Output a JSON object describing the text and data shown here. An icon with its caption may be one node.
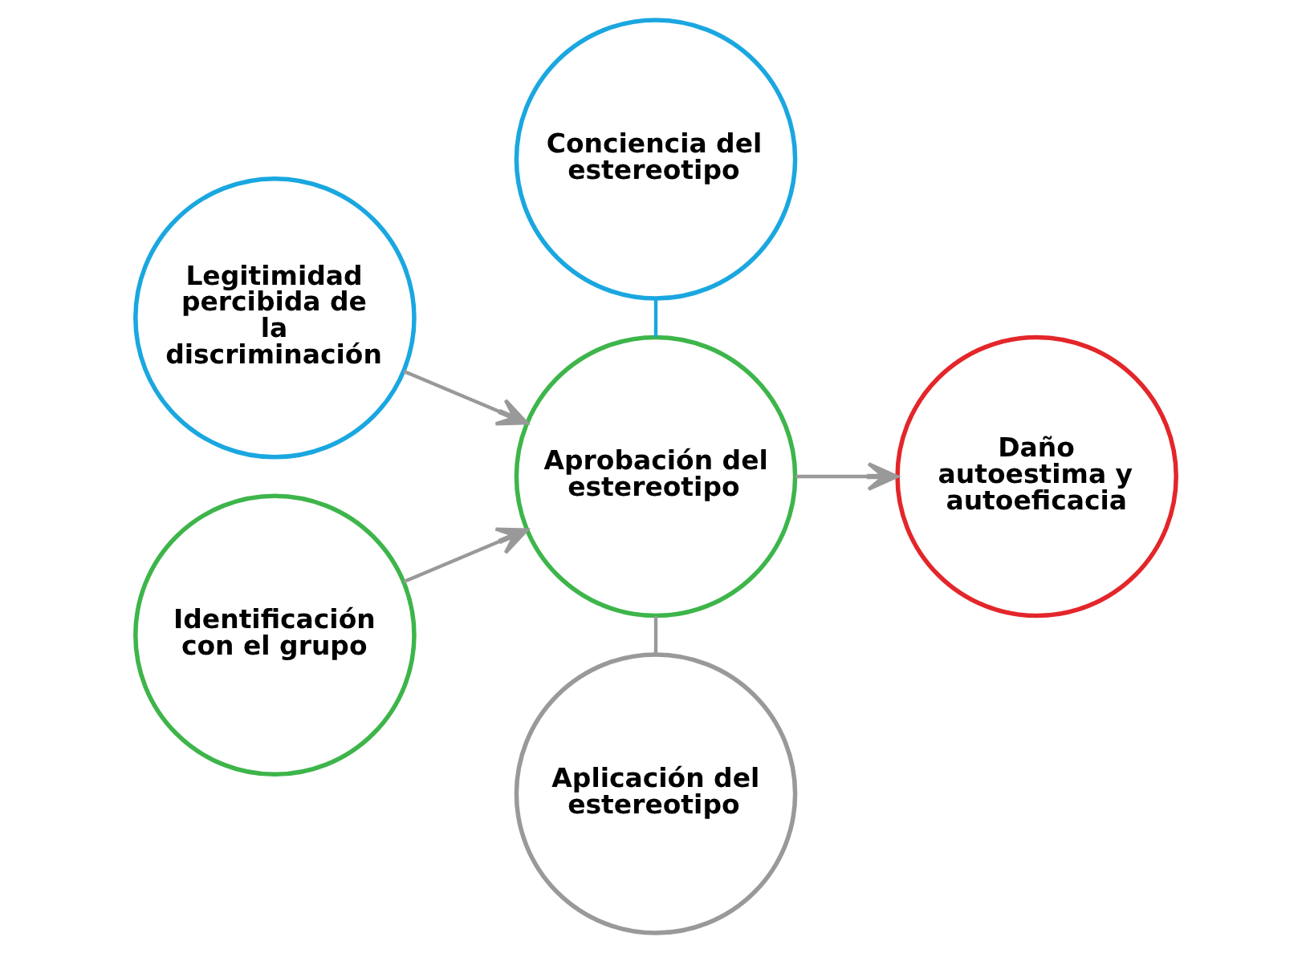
{
  "diagram": {
    "nodes": [
      {
        "text": [
          "Legitimidad percibida de la discriminación"
        ]
      },
      {
        "text": [
          "Identificación con el grupo"
        ]
      },
      {
        "text": [
          "Conciencia del estereotipo"
        ]
      },
      {
        "text": [
          "Aprobación del estereotipo"
        ]
      },
      {
        "text": [
          "Aplicación del estereotipo"
        ]
      },
      {
        "text": [
          "Daño autoestima y autoeficacia"
        ]
      }
    ],
    "edges": [
      {
        "from": 0,
        "to": 3,
        "arrow": "to"
      },
      {
        "from": 1,
        "to": 3,
        "arrow": "to"
      },
      {
        "from": 2,
        "to": 3,
        "arrow": "none",
        "color": "#1aa7e0"
      },
      {
        "from": 3,
        "to": 4,
        "arrow": "none"
      },
      {
        "from": 3,
        "to": 5,
        "arrow": "to"
      }
    ]
  }
}
